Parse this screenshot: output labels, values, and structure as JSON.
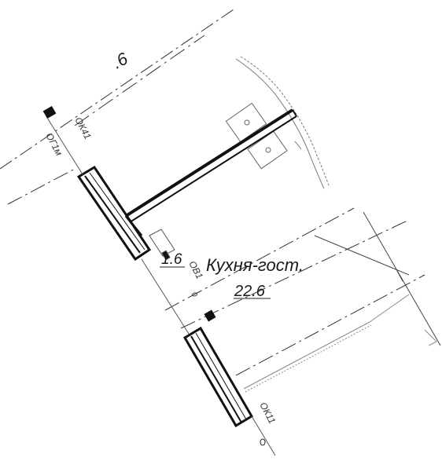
{
  "plan": {
    "top_fragment": ".6",
    "labels": {
      "room_name": "Кухня-гост.",
      "room_area": "22.6",
      "small_area": "1.6",
      "window_ok41": "ОК41",
      "window_ok11": "ОК11",
      "door_ob1": "ОВ1",
      "door_og1m": "ОГ1м",
      "marker_0": "0"
    },
    "colors": {
      "wall": "#111111",
      "line": "#222222",
      "dim": "#444444",
      "hatch": "#888888"
    }
  }
}
